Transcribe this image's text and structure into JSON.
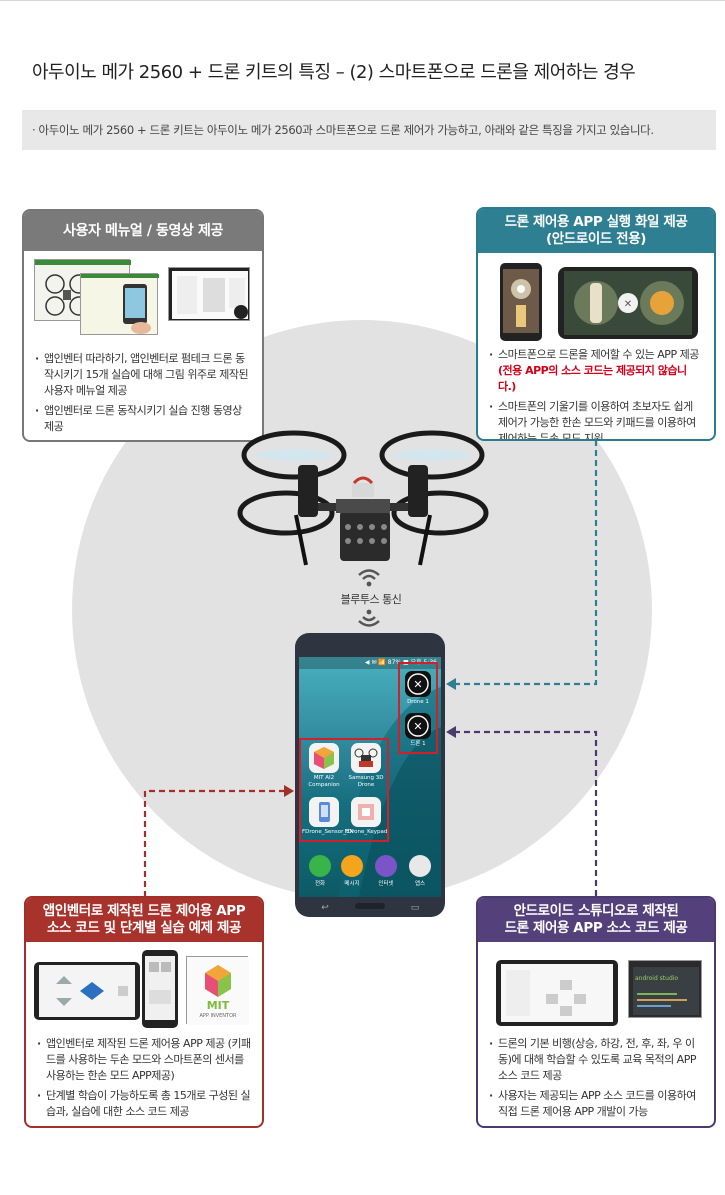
{
  "title": "아두이노 메가 2560 + 드론 키트의 특징 – (2) 스마트폰으로 드론을 제어하는 경우",
  "intro": "· 아두이노 메가 2560 + 드론 키트는 아두이노 메가 2560과 스마트폰으로 드론 제어가 가능하고, 아래와 같은 특징을 가지고 있습니다.",
  "cards": {
    "manual": {
      "title": "사용자 메뉴얼 / 동영상 제공",
      "color": "#7a7a7a",
      "bullets": [
        "앱인벤터 따라하기, 앱인벤터로 펌테크 드론 동작시키기 15개 실습에 대해 그림 위주로 제작된 사용자 메뉴얼 제공",
        "앱인벤터로 드론 동작시키기 실습 진행 동영상 제공"
      ]
    },
    "app": {
      "title_line1": "드론 제어용 APP 실행 화일 제공",
      "title_line2": "(안드로이드 전용)",
      "color": "#2f7f92",
      "bullet1": "스마트폰으로 드론을 제어할 수 있는 APP 제공",
      "bullet1_red": "(전용 APP의 소스 코드는 제공되지 않습니다.)",
      "bullet2": "스마트폰의 기울기를 이용하여 초보자도 쉽게 제어가 가능한 한손 모드와 키패드를 이용하여 제어하는 두손 모드 지원"
    },
    "appinventor": {
      "title_line1": "앱인벤터로 제작된 드론 제어용 APP",
      "title_line2": "소스 코드 및 단계별 실습 예제 제공",
      "color": "#a8332c",
      "bullets": [
        "앱인벤터로 제작된 드론 제어용 APP 제공 (키패드를 사용하는 두손 모드와 스마트폰의 센서를 사용하는 한손 모드 APP제공)",
        "단계별 학습이 가능하도록 총 15개로 구성된 실습과, 실습에 대한 소스 코드 제공"
      ]
    },
    "studio": {
      "title_line1": "안드로이드 스튜디오로 제작된",
      "title_line2": "드론 제어용 APP 소스 코드 제공",
      "color": "#54407a",
      "bullets": [
        "드론의 기본 비행(상승, 하강, 전, 후, 좌, 우 이동)에 대해 학습할 수 있도록 교육 목적의 APP 소스 코드 제공",
        "사용자는 제공되는 APP 소스 코드를 이용하여 직접 드론 제어용 APP 개발이 가능"
      ]
    }
  },
  "bluetooth_label": "블루투스 통신",
  "phone": {
    "status": "◀ ✉ 📶 87% ■ 오후 5:36",
    "apps": [
      {
        "label": "MIT AI2 Companion"
      },
      {
        "label": "Samsung 3D Drone"
      },
      {
        "label": "FDrone_Sensor_EN"
      },
      {
        "label": "FDrone_Keypad"
      }
    ],
    "right_apps": [
      {
        "label": "Drone 1"
      },
      {
        "label": "드론 1"
      }
    ],
    "dock": [
      {
        "label": "전화"
      },
      {
        "label": "메시지"
      },
      {
        "label": "인터넷"
      },
      {
        "label": "앱스"
      }
    ],
    "mini_logo": "MIT",
    "mini_logo_sub": "APP INVENTOR",
    "studio_logo": "android studio"
  }
}
